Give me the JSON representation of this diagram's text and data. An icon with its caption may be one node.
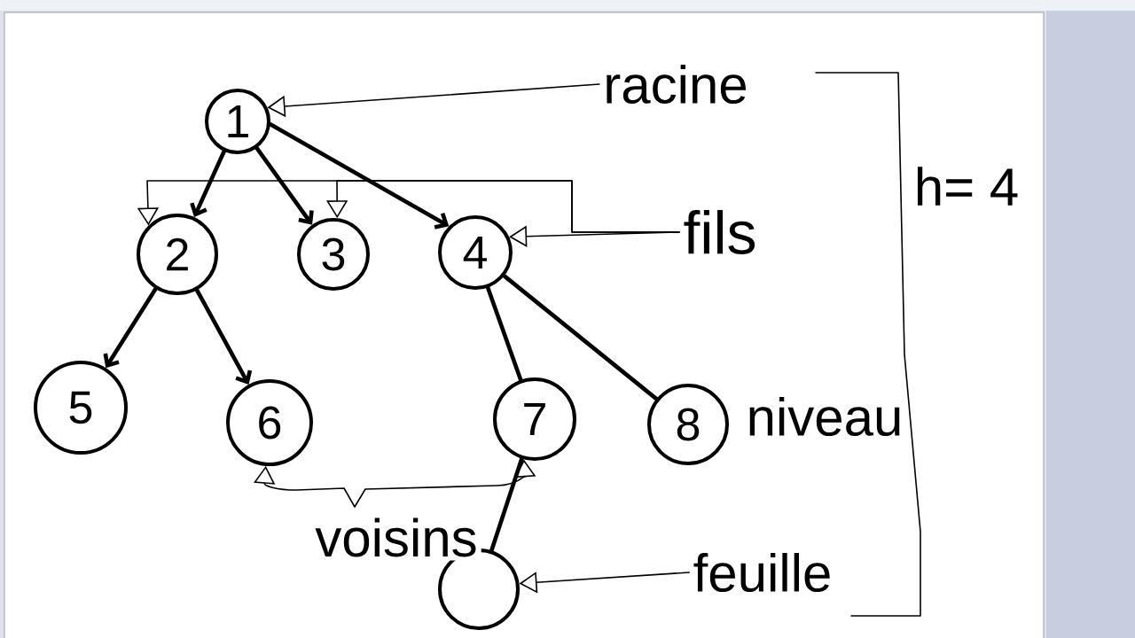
{
  "diagram": {
    "nodes": [
      {
        "text": [
          "1"
        ]
      },
      {
        "text": [
          "2"
        ]
      },
      {
        "text": [
          "3"
        ]
      },
      {
        "text": [
          "4"
        ]
      },
      {
        "text": [
          "5"
        ]
      },
      {
        "text": [
          "6"
        ]
      },
      {
        "text": [
          "7"
        ]
      },
      {
        "text": [
          "8"
        ]
      },
      {
        "text": [],
        "shape": "circle"
      },
      {
        "text": [
          "racine"
        ]
      },
      {
        "text": [
          "fils"
        ]
      },
      {
        "text": [
          "feuille"
        ]
      }
    ],
    "edges": [
      {
        "from": 0,
        "to": 1,
        "arrow": "to"
      },
      {
        "from": 0,
        "to": 2,
        "arrow": "to"
      },
      {
        "from": 0,
        "to": 3,
        "arrow": "to"
      },
      {
        "from": 1,
        "to": 4,
        "arrow": "to"
      },
      {
        "from": 1,
        "to": 5,
        "arrow": "to"
      },
      {
        "from": 3,
        "to": 6,
        "arrow": "none"
      },
      {
        "from": 3,
        "to": 7,
        "arrow": "none"
      },
      {
        "from": 6,
        "to": 8,
        "arrow": "none"
      },
      {
        "from": 9,
        "to": 0,
        "arrow": "to"
      },
      {
        "from": 10,
        "to": 1,
        "arrow": "to"
      },
      {
        "from": 10,
        "to": 2,
        "arrow": "to"
      },
      {
        "from": 10,
        "to": 3,
        "arrow": "to"
      },
      {
        "from": 11,
        "to": 8,
        "arrow": "to"
      },
      {
        "from": 5,
        "to": 6,
        "arrow": "both",
        "label": "voisins"
      }
    ],
    "labels": [
      "h= 4",
      "niveau"
    ]
  }
}
